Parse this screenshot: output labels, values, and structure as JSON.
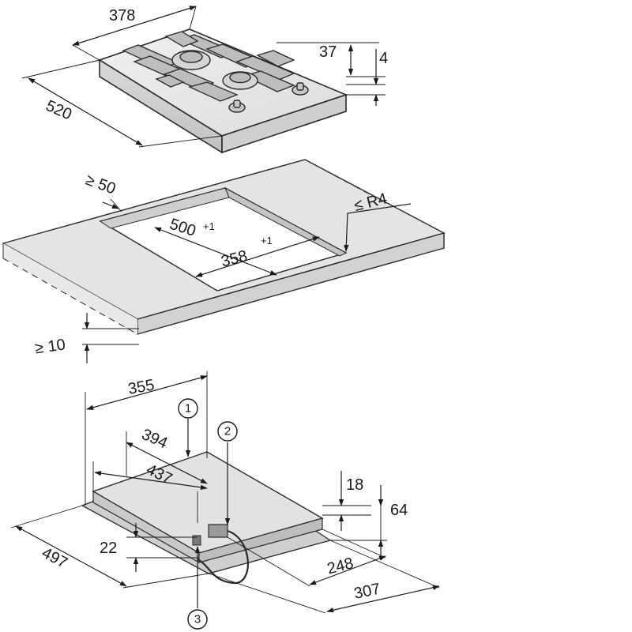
{
  "view_1_hob": {
    "width": "378",
    "depth": "520",
    "height_above_worktop": "37",
    "glass_thickness": "4"
  },
  "view_2_cutout": {
    "min_edge_distance": "≥ 50",
    "cutout_depth": "500",
    "cutout_depth_tolerance": "+1",
    "cutout_width": "358",
    "cutout_width_tolerance": "+1",
    "max_corner_radius": "≤ R4",
    "min_worktop_thickness": "≥ 10"
  },
  "view_3_underside": {
    "width_355": "355",
    "dim_394": "394",
    "dim_437": "437",
    "dim_18": "18",
    "dim_64": "64",
    "dim_22": "22",
    "depth_497": "497",
    "dim_248": "248",
    "dim_307": "307",
    "callouts": [
      "1",
      "2",
      "3"
    ]
  }
}
